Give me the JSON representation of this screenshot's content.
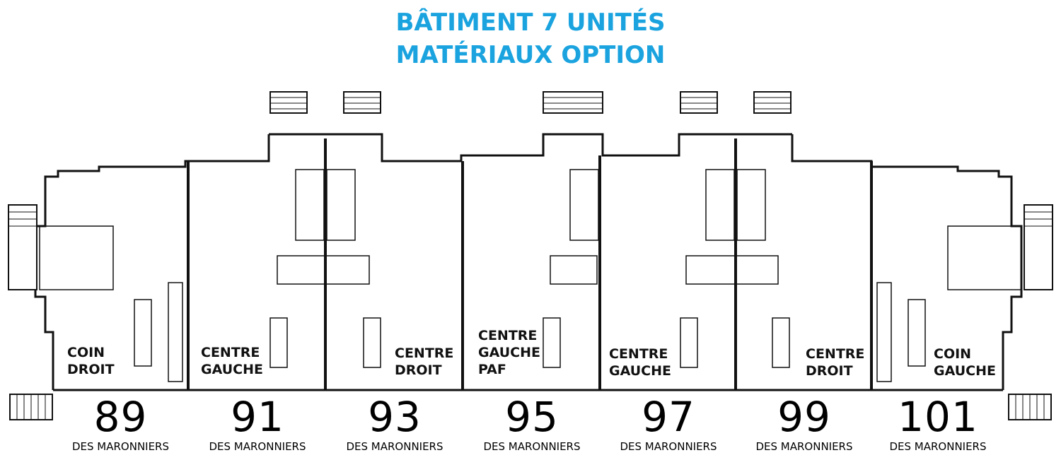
{
  "title": {
    "line1": "BÂTIMENT 7 UNITÉS",
    "line2": "MATÉRIAUX OPTION"
  },
  "colors": {
    "title": "#1aa3df",
    "lines": "#111111"
  },
  "units": [
    {
      "label_lines": [
        "COIN",
        "DROIT"
      ],
      "number": "89",
      "street": "DES MARONNIERS"
    },
    {
      "label_lines": [
        "CENTRE",
        "GAUCHE"
      ],
      "number": "91",
      "street": "DES MARONNIERS"
    },
    {
      "label_lines": [
        "CENTRE",
        "DROIT"
      ],
      "number": "93",
      "street": "DES MARONNIERS"
    },
    {
      "label_lines": [
        "CENTRE",
        "GAUCHE",
        "PAF"
      ],
      "number": "95",
      "street": "DES MARONNIERS"
    },
    {
      "label_lines": [
        "CENTRE",
        "GAUCHE"
      ],
      "number": "97",
      "street": "DES MARONNIERS"
    },
    {
      "label_lines": [
        "CENTRE",
        "DROIT"
      ],
      "number": "99",
      "street": "DES MARONNIERS"
    },
    {
      "label_lines": [
        "COIN",
        "GAUCHE"
      ],
      "number": "101",
      "street": "DES MARONNIERS"
    }
  ]
}
